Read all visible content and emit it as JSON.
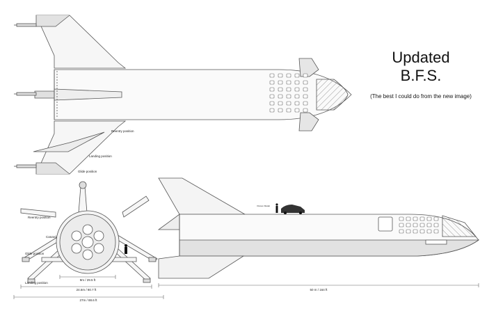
{
  "heading": {
    "title_line1": "Updated",
    "title_line2": "B.F.S.",
    "subtitle": "(The best I could do from the new image)"
  },
  "labels": {
    "reentry_position": "Reentry position",
    "landing_position": "Landing position",
    "glide_position": "Glide position",
    "canard": "Canard",
    "person_note": "Person Model",
    "dim_body": "9m / 29.5 ft",
    "dim_span_inner": "24.6m / 80.7 ft",
    "dim_span_outer": "27m / 88.6 ft",
    "dim_length": "50 m / 164 ft"
  },
  "colors": {
    "stroke": "#555555",
    "fill_light": "#f4f4f4",
    "fill_mid": "#dcdcdc",
    "background": "#ffffff"
  }
}
